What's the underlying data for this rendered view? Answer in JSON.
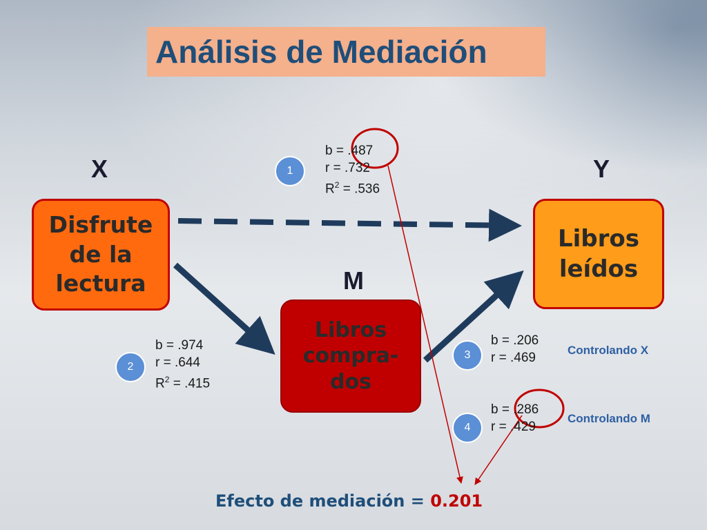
{
  "title": "Análisis de Mediación",
  "labels": {
    "x": "X",
    "y": "Y",
    "m": "M"
  },
  "nodes": {
    "x": "Disfrute\nde la\nlectura",
    "y": "Libros\nleídos",
    "m": "Libros\ncompra-\ndos"
  },
  "paths": [
    {
      "number": "1",
      "b": "b = .487",
      "r": "r = .732",
      "r2_prefix": "R",
      "r2_sup": "2",
      "r2_value": " = .536"
    },
    {
      "number": "2",
      "b": "b = .974",
      "r": "r = .644",
      "r2_prefix": "R",
      "r2_sup": "2",
      "r2_value": " = .415"
    },
    {
      "number": "3",
      "b": "b = .206",
      "r": "r = .469",
      "control": "Controlando X"
    },
    {
      "number": "4",
      "b": "b = .286",
      "r": "r = .429",
      "control": "Controlando M"
    }
  ],
  "effect": {
    "label": "Efecto de mediación = ",
    "value": "0.201"
  },
  "colors": {
    "title_bg": "#f5b08c",
    "title_text": "#1f4e79",
    "node_x": "#ff6a0f",
    "node_y": "#ff9c1a",
    "node_m": "#c00000",
    "arrow": "#1f3b5c",
    "highlight": "#c00000",
    "circle": "#5b8fd6"
  }
}
